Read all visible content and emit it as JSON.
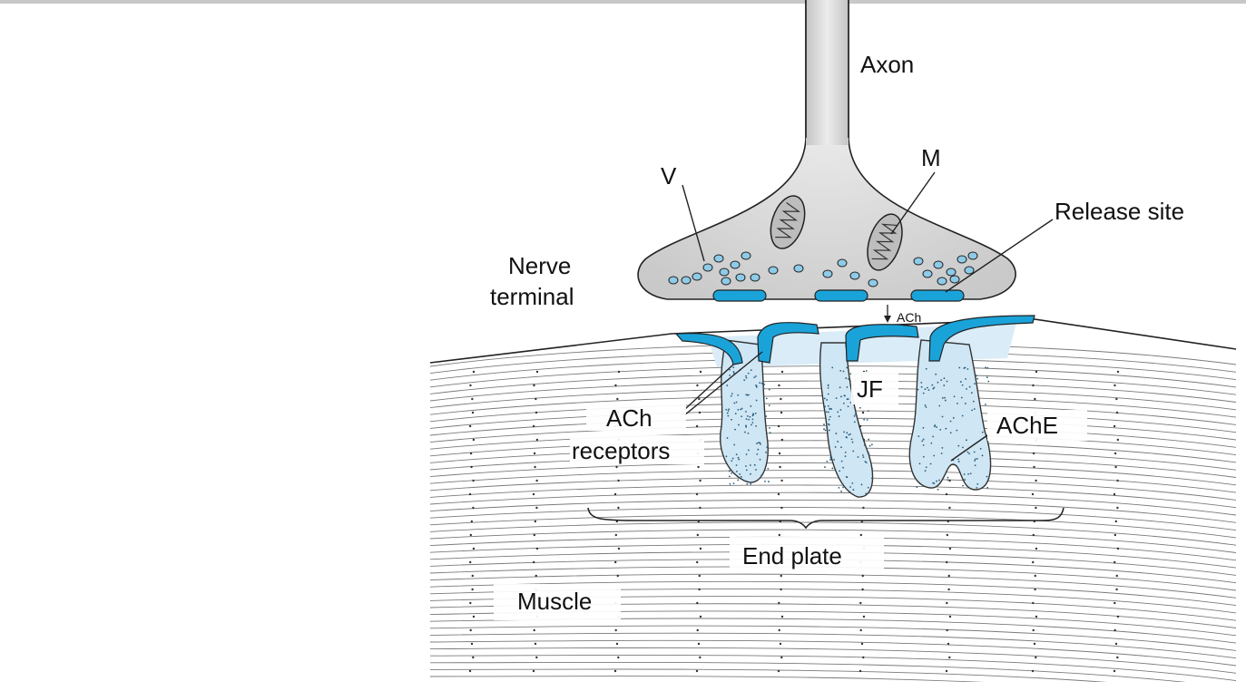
{
  "diagram": {
    "labels": {
      "axon": "Axon",
      "m": "M",
      "v": "V",
      "release_site": "Release site",
      "nerve_terminal_line1": "Nerve",
      "nerve_terminal_line2": "terminal",
      "ach": "ACh",
      "jf": "JF",
      "ach_receptors_line1": "ACh",
      "ach_receptors_line2": "receptors",
      "ache": "AChE",
      "end_plate": "End plate",
      "muscle": "Muscle"
    },
    "colors": {
      "receptor_blue": "#1aa3d9",
      "cleft_light_blue": "#cfe6f5",
      "vesicle_blue": "#8ecbe8",
      "terminal_gray": "#d6d6d6",
      "outline": "#222222"
    }
  }
}
